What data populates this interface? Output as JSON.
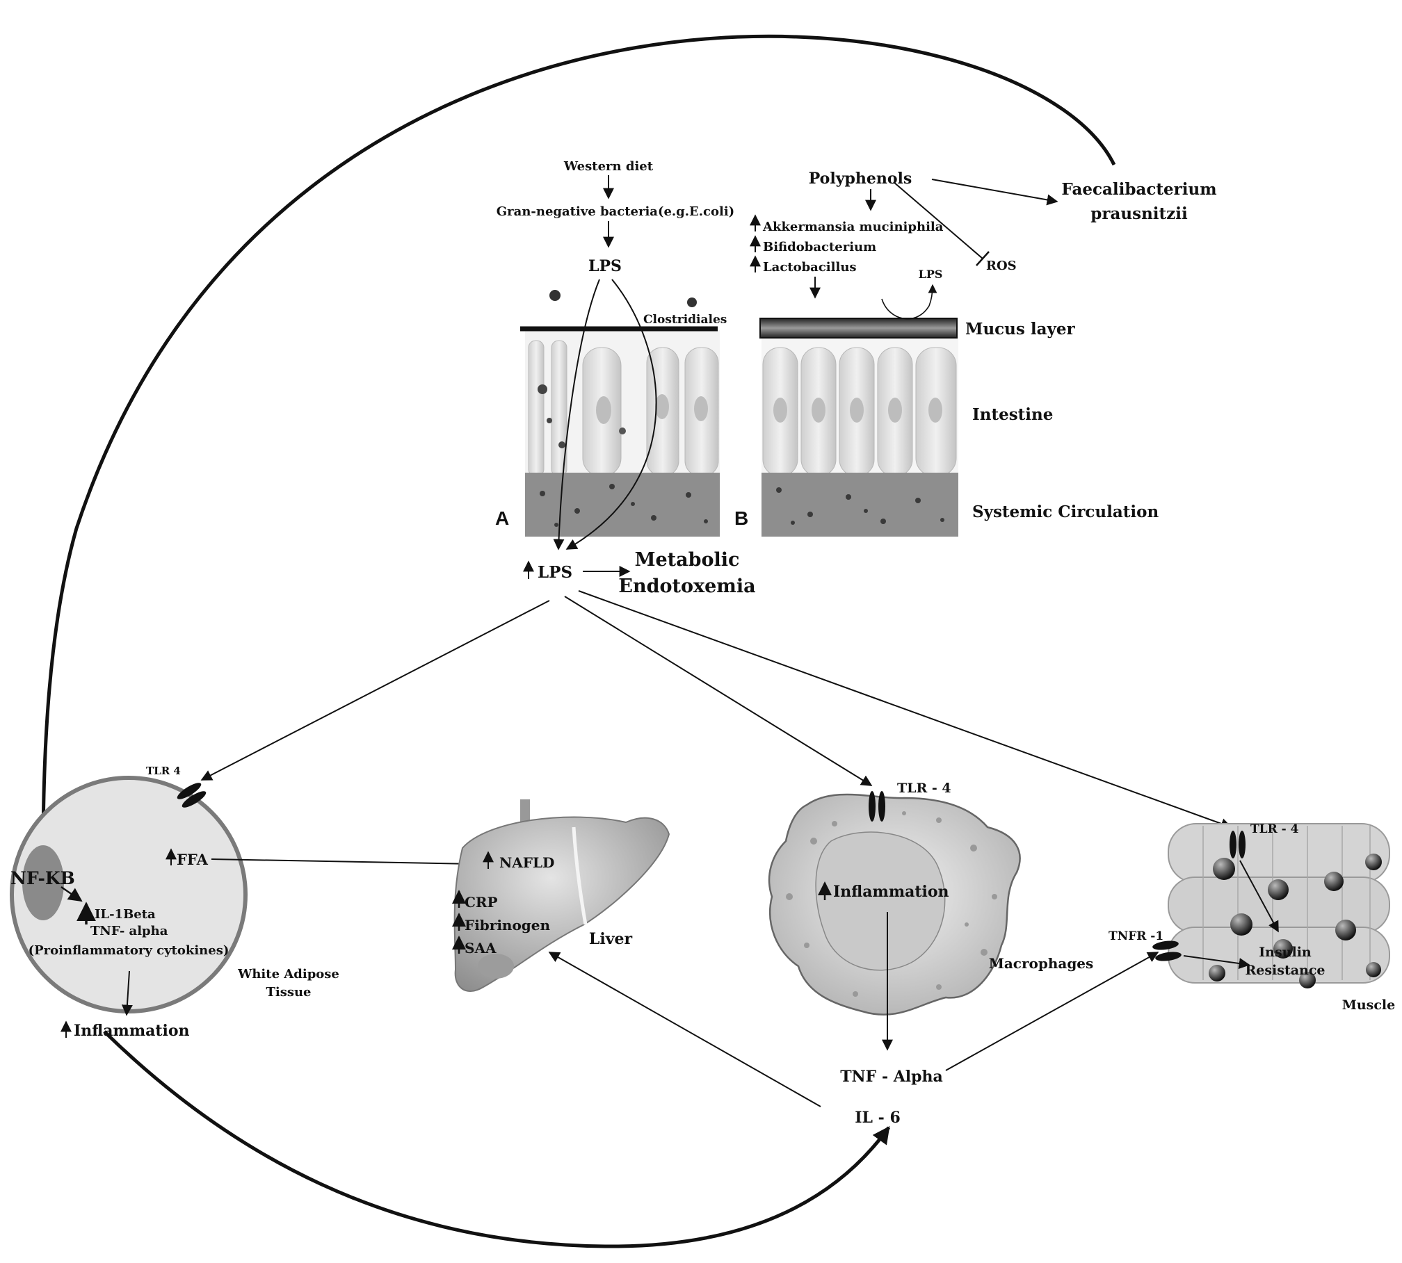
{
  "top": {
    "western_diet": "Western diet",
    "gram_negative": "Gran-negative bacteria(e.g.E.coli)",
    "lps": "LPS",
    "clostridiales": "Clostridiales",
    "polyphenols": "Polyphenols",
    "faecalibacterium": [
      "Faecalibacterium",
      "prausnitzii"
    ],
    "bacteria": [
      "Akkermansia muciniphila",
      "Bifidobacterium",
      "Lactobacillus"
    ],
    "ros": "ROS",
    "lps_reflect": "LPS"
  },
  "layers": {
    "mucus": "Mucus layer",
    "intestine": "Intestine",
    "circulation": "Systemic Circulation"
  },
  "panels": {
    "a": "A",
    "b": "B"
  },
  "center": {
    "lps_up": "LPS",
    "endotoxemia": [
      "Metabolic",
      "Endotoxemia"
    ]
  },
  "adipose": {
    "tlr": "TLR 4",
    "nfkb": "NF-KB",
    "ffa": "FFA",
    "il1": "IL-1Beta",
    "tnf": "TNF- alpha",
    "cytokines": "(Proinflammatory cytokines)",
    "label": [
      "White Adipose",
      "Tissue"
    ],
    "inflammation": "Inflammation"
  },
  "liver": {
    "nafld": "NAFLD",
    "markers": [
      "CRP",
      "Fibrinogen",
      "SAA"
    ],
    "label": "Liver"
  },
  "macrophage": {
    "tlr": "TLR - 4",
    "inflammation": "Inflammation",
    "label": "Macrophages",
    "tnf_alpha": "TNF - Alpha",
    "il6": "IL - 6"
  },
  "muscle": {
    "tlr": "TLR - 4",
    "tnfr": "TNFR -1",
    "insulin": [
      "Insulin",
      "Resistance"
    ],
    "label": "Muscle"
  }
}
